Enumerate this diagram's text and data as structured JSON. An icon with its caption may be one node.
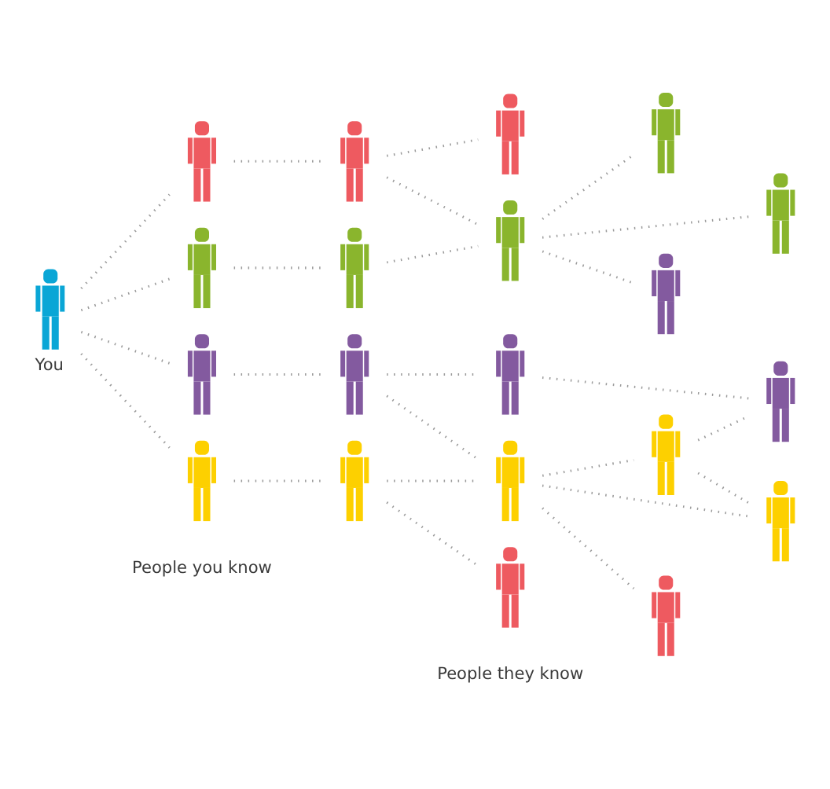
{
  "diagram": {
    "nodes": [
      {
        "text": [],
        "shape": "person",
        "beside": [
          "You"
        ]
      },
      {
        "text": [],
        "shape": "person"
      },
      {
        "text": [],
        "shape": "person"
      },
      {
        "text": [],
        "shape": "person"
      },
      {
        "text": [],
        "shape": "person"
      },
      {
        "text": [],
        "shape": "person"
      },
      {
        "text": [],
        "shape": "person"
      },
      {
        "text": [],
        "shape": "person"
      },
      {
        "text": [],
        "shape": "person"
      },
      {
        "text": [],
        "shape": "person"
      },
      {
        "text": [],
        "shape": "person"
      },
      {
        "text": [],
        "shape": "person"
      },
      {
        "text": [],
        "shape": "person"
      },
      {
        "text": [],
        "shape": "person"
      },
      {
        "text": [],
        "shape": "person"
      },
      {
        "text": [],
        "shape": "person"
      },
      {
        "text": [],
        "shape": "person"
      },
      {
        "text": [],
        "shape": "person"
      },
      {
        "text": [],
        "shape": "person"
      },
      {
        "text": [],
        "shape": "person"
      },
      {
        "text": [],
        "shape": "person"
      }
    ],
    "edges": [
      {
        "from": 0,
        "to": 1,
        "arrow": "none"
      },
      {
        "from": 0,
        "to": 2,
        "arrow": "none"
      },
      {
        "from": 0,
        "to": 3,
        "arrow": "none"
      },
      {
        "from": 0,
        "to": 4,
        "arrow": "none"
      },
      {
        "from": 1,
        "to": 5,
        "arrow": "none"
      },
      {
        "from": 2,
        "to": 6,
        "arrow": "none"
      },
      {
        "from": 3,
        "to": 7,
        "arrow": "none"
      },
      {
        "from": 4,
        "to": 8,
        "arrow": "none"
      },
      {
        "from": 5,
        "to": 9,
        "arrow": "none"
      },
      {
        "from": 5,
        "to": 11,
        "arrow": "none"
      },
      {
        "from": 6,
        "to": 11,
        "arrow": "none"
      },
      {
        "from": 11,
        "to": 10,
        "arrow": "none"
      },
      {
        "from": 11,
        "to": 12,
        "arrow": "none"
      },
      {
        "from": 11,
        "to": 13,
        "arrow": "none"
      },
      {
        "from": 7,
        "to": 14,
        "arrow": "none"
      },
      {
        "from": 7,
        "to": 17,
        "arrow": "none"
      },
      {
        "from": 14,
        "to": 15,
        "arrow": "none"
      },
      {
        "from": 8,
        "to": 17,
        "arrow": "none"
      },
      {
        "from": 8,
        "to": 19,
        "arrow": "none"
      },
      {
        "from": 17,
        "to": 16,
        "arrow": "none"
      },
      {
        "from": 17,
        "to": 18,
        "arrow": "none"
      },
      {
        "from": 17,
        "to": 20,
        "arrow": "none"
      },
      {
        "from": 16,
        "to": 15,
        "arrow": "none"
      },
      {
        "from": 16,
        "to": 18,
        "arrow": "none"
      }
    ],
    "labels": [
      "People you know",
      "People they know"
    ]
  }
}
